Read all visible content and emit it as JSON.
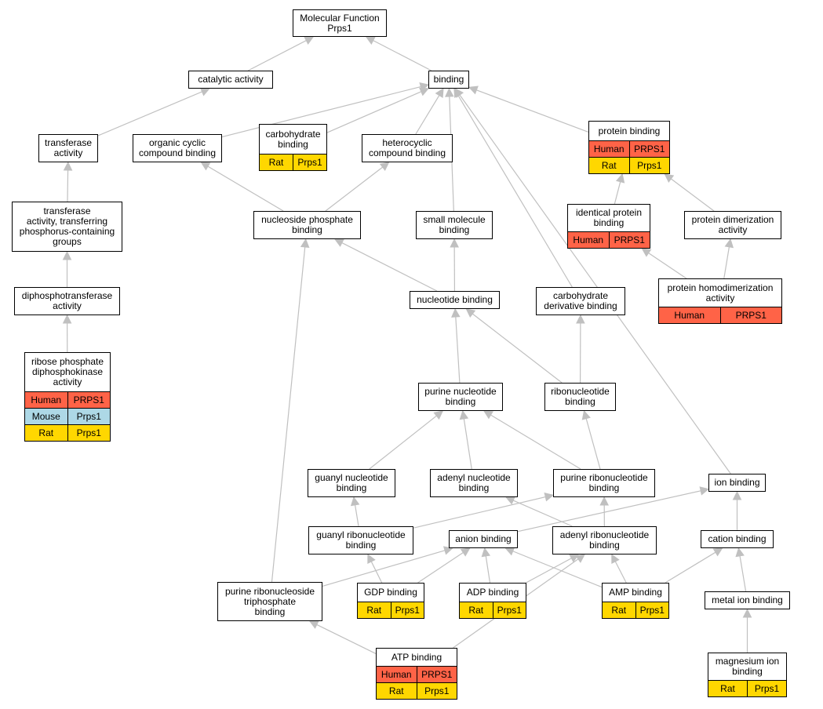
{
  "colors": {
    "edge": "#c0c0c0",
    "Human": "#ff6347",
    "Mouse": "#add8e6",
    "Rat": "#ffd700",
    "node_border": "#000000",
    "node_fill": "#ffffff"
  },
  "nodes": [
    {
      "id": "mf",
      "label": "Molecular Function\nPrps1",
      "annotations": []
    },
    {
      "id": "catalytic",
      "label": "catalytic activity",
      "annotations": []
    },
    {
      "id": "binding",
      "label": "binding",
      "annotations": []
    },
    {
      "id": "transferase",
      "label": "transferase\nactivity",
      "annotations": []
    },
    {
      "id": "organic_cyclic",
      "label": "organic cyclic\ncompound binding",
      "annotations": []
    },
    {
      "id": "carbohydrate_binding",
      "label": "carbohydrate\nbinding",
      "annotations": [
        {
          "species": "Rat",
          "gene": "Prps1"
        }
      ]
    },
    {
      "id": "heterocyclic",
      "label": "heterocyclic\ncompound binding",
      "annotations": []
    },
    {
      "id": "protein_binding",
      "label": "protein binding",
      "annotations": [
        {
          "species": "Human",
          "gene": "PRPS1"
        },
        {
          "species": "Rat",
          "gene": "Prps1"
        }
      ]
    },
    {
      "id": "transferase_phos",
      "label": "transferase\nactivity, transferring\nphosphorus-containing\ngroups",
      "annotations": []
    },
    {
      "id": "nucleoside_phosphate",
      "label": "nucleoside phosphate\nbinding",
      "annotations": []
    },
    {
      "id": "small_molecule",
      "label": "small molecule\nbinding",
      "annotations": []
    },
    {
      "id": "identical_protein",
      "label": "identical protein\nbinding",
      "annotations": [
        {
          "species": "Human",
          "gene": "PRPS1"
        }
      ]
    },
    {
      "id": "protein_dimerization",
      "label": "protein dimerization\nactivity",
      "annotations": []
    },
    {
      "id": "diphosphotransferase",
      "label": "diphosphotransferase\nactivity",
      "annotations": []
    },
    {
      "id": "nucleotide_binding",
      "label": "nucleotide binding",
      "annotations": []
    },
    {
      "id": "carbohydrate_deriv",
      "label": "carbohydrate\nderivative binding",
      "annotations": []
    },
    {
      "id": "protein_homodim",
      "label": "protein homodimerization\nactivity",
      "annotations": [
        {
          "species": "Human",
          "gene": "PRPS1"
        }
      ]
    },
    {
      "id": "ribose_phosphate",
      "label": "ribose phosphate\ndiphosphokinase\nactivity",
      "annotations": [
        {
          "species": "Human",
          "gene": "PRPS1"
        },
        {
          "species": "Mouse",
          "gene": "Prps1"
        },
        {
          "species": "Rat",
          "gene": "Prps1"
        }
      ]
    },
    {
      "id": "purine_nucleotide",
      "label": "purine nucleotide\nbinding",
      "annotations": []
    },
    {
      "id": "ribonucleotide",
      "label": "ribonucleotide\nbinding",
      "annotations": []
    },
    {
      "id": "guanyl_nucleotide",
      "label": "guanyl nucleotide\nbinding",
      "annotations": []
    },
    {
      "id": "adenyl_nucleotide",
      "label": "adenyl nucleotide\nbinding",
      "annotations": []
    },
    {
      "id": "purine_ribonucleotide",
      "label": "purine ribonucleotide\nbinding",
      "annotations": []
    },
    {
      "id": "ion_binding",
      "label": "ion binding",
      "annotations": []
    },
    {
      "id": "guanyl_ribonucleotide",
      "label": "guanyl ribonucleotide\nbinding",
      "annotations": []
    },
    {
      "id": "anion_binding",
      "label": "anion binding",
      "annotations": []
    },
    {
      "id": "adenyl_ribonucleotide",
      "label": "adenyl ribonucleotide\nbinding",
      "annotations": []
    },
    {
      "id": "cation_binding",
      "label": "cation binding",
      "annotations": []
    },
    {
      "id": "purine_ribonucleoside_tp",
      "label": "purine ribonucleoside\ntriphosphate\nbinding",
      "annotations": []
    },
    {
      "id": "gdp_binding",
      "label": "GDP binding",
      "annotations": [
        {
          "species": "Rat",
          "gene": "Prps1"
        }
      ]
    },
    {
      "id": "adp_binding",
      "label": "ADP binding",
      "annotations": [
        {
          "species": "Rat",
          "gene": "Prps1"
        }
      ]
    },
    {
      "id": "amp_binding",
      "label": "AMP binding",
      "annotations": [
        {
          "species": "Rat",
          "gene": "Prps1"
        }
      ]
    },
    {
      "id": "metal_ion",
      "label": "metal ion binding",
      "annotations": []
    },
    {
      "id": "atp_binding",
      "label": "ATP binding",
      "annotations": [
        {
          "species": "Human",
          "gene": "PRPS1"
        },
        {
          "species": "Rat",
          "gene": "Prps1"
        }
      ]
    },
    {
      "id": "magnesium_ion",
      "label": "magnesium ion\nbinding",
      "annotations": [
        {
          "species": "Rat",
          "gene": "Prps1"
        }
      ]
    }
  ],
  "edges": [
    {
      "from": "catalytic",
      "to": "mf"
    },
    {
      "from": "binding",
      "to": "mf"
    },
    {
      "from": "transferase",
      "to": "catalytic"
    },
    {
      "from": "organic_cyclic",
      "to": "binding"
    },
    {
      "from": "carbohydrate_binding",
      "to": "binding"
    },
    {
      "from": "heterocyclic",
      "to": "binding"
    },
    {
      "from": "protein_binding",
      "to": "binding"
    },
    {
      "from": "small_molecule",
      "to": "binding"
    },
    {
      "from": "carbohydrate_deriv",
      "to": "binding"
    },
    {
      "from": "ion_binding",
      "to": "binding"
    },
    {
      "from": "transferase_phos",
      "to": "transferase"
    },
    {
      "from": "nucleoside_phosphate",
      "to": "organic_cyclic"
    },
    {
      "from": "nucleoside_phosphate",
      "to": "heterocyclic"
    },
    {
      "from": "identical_protein",
      "to": "protein_binding"
    },
    {
      "from": "protein_dimerization",
      "to": "protein_binding"
    },
    {
      "from": "diphosphotransferase",
      "to": "transferase_phos"
    },
    {
      "from": "nucleotide_binding",
      "to": "nucleoside_phosphate"
    },
    {
      "from": "nucleotide_binding",
      "to": "small_molecule"
    },
    {
      "from": "protein_homodim",
      "to": "identical_protein"
    },
    {
      "from": "protein_homodim",
      "to": "protein_dimerization"
    },
    {
      "from": "ribose_phosphate",
      "to": "diphosphotransferase"
    },
    {
      "from": "purine_nucleotide",
      "to": "nucleotide_binding"
    },
    {
      "from": "ribonucleotide",
      "to": "nucleotide_binding"
    },
    {
      "from": "ribonucleotide",
      "to": "carbohydrate_deriv"
    },
    {
      "from": "guanyl_nucleotide",
      "to": "purine_nucleotide"
    },
    {
      "from": "adenyl_nucleotide",
      "to": "purine_nucleotide"
    },
    {
      "from": "purine_ribonucleotide",
      "to": "purine_nucleotide"
    },
    {
      "from": "purine_ribonucleotide",
      "to": "ribonucleotide"
    },
    {
      "from": "guanyl_ribonucleotide",
      "to": "guanyl_nucleotide"
    },
    {
      "from": "guanyl_ribonucleotide",
      "to": "purine_ribonucleotide"
    },
    {
      "from": "anion_binding",
      "to": "ion_binding"
    },
    {
      "from": "adenyl_ribonucleotide",
      "to": "adenyl_nucleotide"
    },
    {
      "from": "adenyl_ribonucleotide",
      "to": "purine_ribonucleotide"
    },
    {
      "from": "cation_binding",
      "to": "ion_binding"
    },
    {
      "from": "purine_ribonucleoside_tp",
      "to": "nucleoside_phosphate"
    },
    {
      "from": "purine_ribonucleoside_tp",
      "to": "anion_binding"
    },
    {
      "from": "gdp_binding",
      "to": "guanyl_ribonucleotide"
    },
    {
      "from": "gdp_binding",
      "to": "anion_binding"
    },
    {
      "from": "adp_binding",
      "to": "anion_binding"
    },
    {
      "from": "adp_binding",
      "to": "adenyl_ribonucleotide"
    },
    {
      "from": "amp_binding",
      "to": "anion_binding"
    },
    {
      "from": "amp_binding",
      "to": "adenyl_ribonucleotide"
    },
    {
      "from": "amp_binding",
      "to": "cation_binding"
    },
    {
      "from": "metal_ion",
      "to": "cation_binding"
    },
    {
      "from": "atp_binding",
      "to": "purine_ribonucleoside_tp"
    },
    {
      "from": "atp_binding",
      "to": "adenyl_ribonucleotide"
    },
    {
      "from": "magnesium_ion",
      "to": "metal_ion"
    }
  ]
}
